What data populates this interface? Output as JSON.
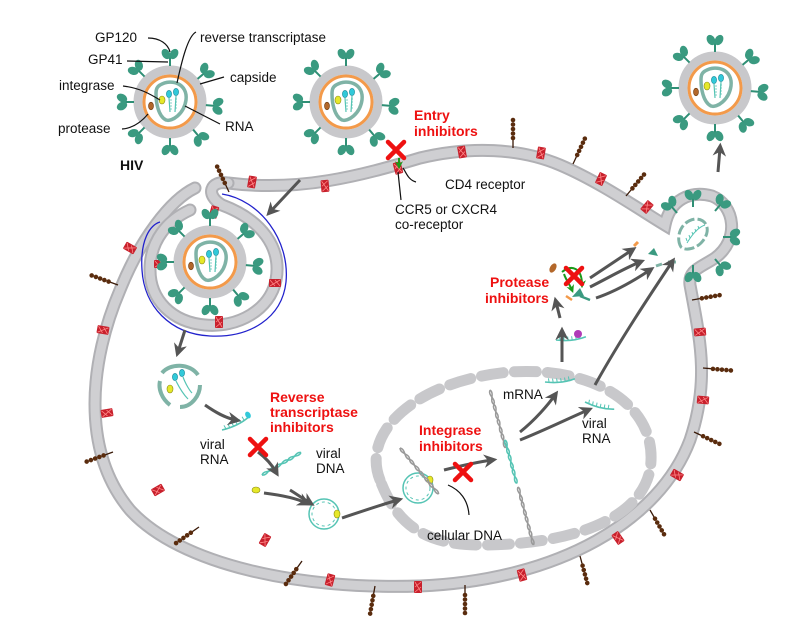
{
  "title": "HIV replication cycle and drug targets",
  "colors": {
    "membrane": "#c8c8cb",
    "membrane_edge": "#b0b0b4",
    "capsid": "#7fb3a6",
    "matrix": "#f39a4a",
    "envelope_protein": "#2f8f75",
    "rna": "#55c4b4",
    "reverse_transcriptase": "#31c9d9",
    "integrase": "#e6e82a",
    "protease": "#b3672a",
    "coreceptor": "#c8202c",
    "cd4": "#5a2c0e",
    "inhibitor_text": "#ee1111",
    "arrow": "#555555",
    "endosome_line": "#2222cc",
    "nucleus": "#c8c8cb"
  },
  "virion_labels": {
    "gp120": "GP120",
    "gp41": "GP41",
    "reverse_transcriptase": "reverse transcriptase",
    "capside": "capside",
    "integrase": "integrase",
    "rna": "RNA",
    "protease": "protease",
    "hiv": "HIV"
  },
  "receptor_labels": {
    "cd4": "CD4 receptor",
    "coreceptor_line1": "CCR5 or CXCR4",
    "coreceptor_line2": "co-receptor"
  },
  "inhibitors": {
    "entry": [
      "Entry",
      "inhibitors"
    ],
    "reverse_transcriptase": [
      "Reverse",
      "transcriptase",
      "inhibitors"
    ],
    "integrase": [
      "Integrase",
      "inhibitors"
    ],
    "protease": [
      "Protease",
      "inhibitors"
    ]
  },
  "molecule_labels": {
    "viral_rna_1": [
      "viral",
      "RNA"
    ],
    "viral_dna": [
      "viral",
      "DNA"
    ],
    "cellular_dna": "cellular DNA",
    "mrna": "mRNA",
    "viral_rna_2": [
      "viral",
      "RNA"
    ]
  }
}
